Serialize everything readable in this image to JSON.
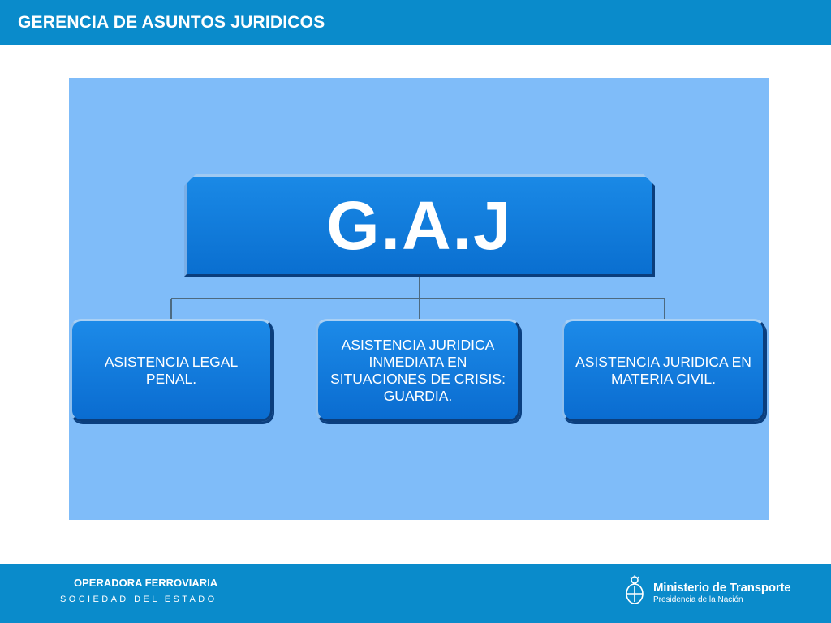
{
  "header": {
    "title": "GERENCIA DE ASUNTOS JURIDICOS"
  },
  "diagram": {
    "root": {
      "label": "G.A.J"
    },
    "children": [
      {
        "label": "ASISTENCIA LEGAL PENAL."
      },
      {
        "label": "ASISTENCIA JURIDICA INMEDIATA EN SITUACIONES DE CRISIS: GUARDIA."
      },
      {
        "label": "ASISTENCIA JURIDICA EN MATERIA CIVIL."
      }
    ]
  },
  "footer": {
    "operator_name": "OPERADORA FERROVIARIA",
    "operator_sub": "SOCIEDAD DEL ESTADO",
    "ministry": "Ministerio de Transporte",
    "presidency": "Presidencia de la Nación",
    "emblem_icon": "argentina-coat-of-arms-icon"
  },
  "colors": {
    "bar": "#0a8bcb",
    "panel": "#7fbcf9",
    "box": "#0a6fd0",
    "box_border": "#0b3e7c"
  }
}
